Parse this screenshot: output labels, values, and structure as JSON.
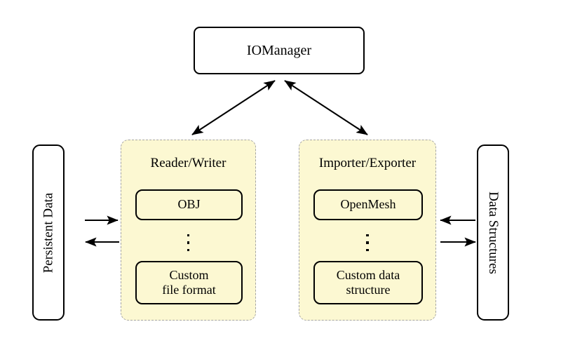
{
  "diagram": {
    "title_node": {
      "label": "IOManager"
    },
    "left_store": {
      "label": "Persistent Data"
    },
    "right_store": {
      "label": "Data Structures"
    },
    "groups": [
      {
        "title": "Reader/Writer",
        "top_item": "OBJ",
        "ellipsis": "⋮",
        "bottom_item_line1": "Custom",
        "bottom_item_line2": "file format"
      },
      {
        "title": "Importer/Exporter",
        "top_item": "OpenMesh",
        "ellipsis": "⋮",
        "bottom_item_line1": "Custom data",
        "bottom_item_line2": "structure"
      }
    ],
    "connections": [
      {
        "name": "manager-to-reader-writer",
        "style": "double-headed-diagonal"
      },
      {
        "name": "manager-to-importer-exporter",
        "style": "double-headed-diagonal"
      },
      {
        "name": "persistent-data-to-reader-writer",
        "style": "single-arrow-right"
      },
      {
        "name": "reader-writer-to-persistent-data",
        "style": "single-arrow-left"
      },
      {
        "name": "data-structures-to-importer-exporter",
        "style": "single-arrow-left"
      },
      {
        "name": "importer-exporter-to-data-structures",
        "style": "single-arrow-right"
      }
    ],
    "colors": {
      "panel_fill": "#fcf8d2",
      "panel_border": "#a5a5a5",
      "box_border": "#000000",
      "background": "#ffffff"
    }
  }
}
